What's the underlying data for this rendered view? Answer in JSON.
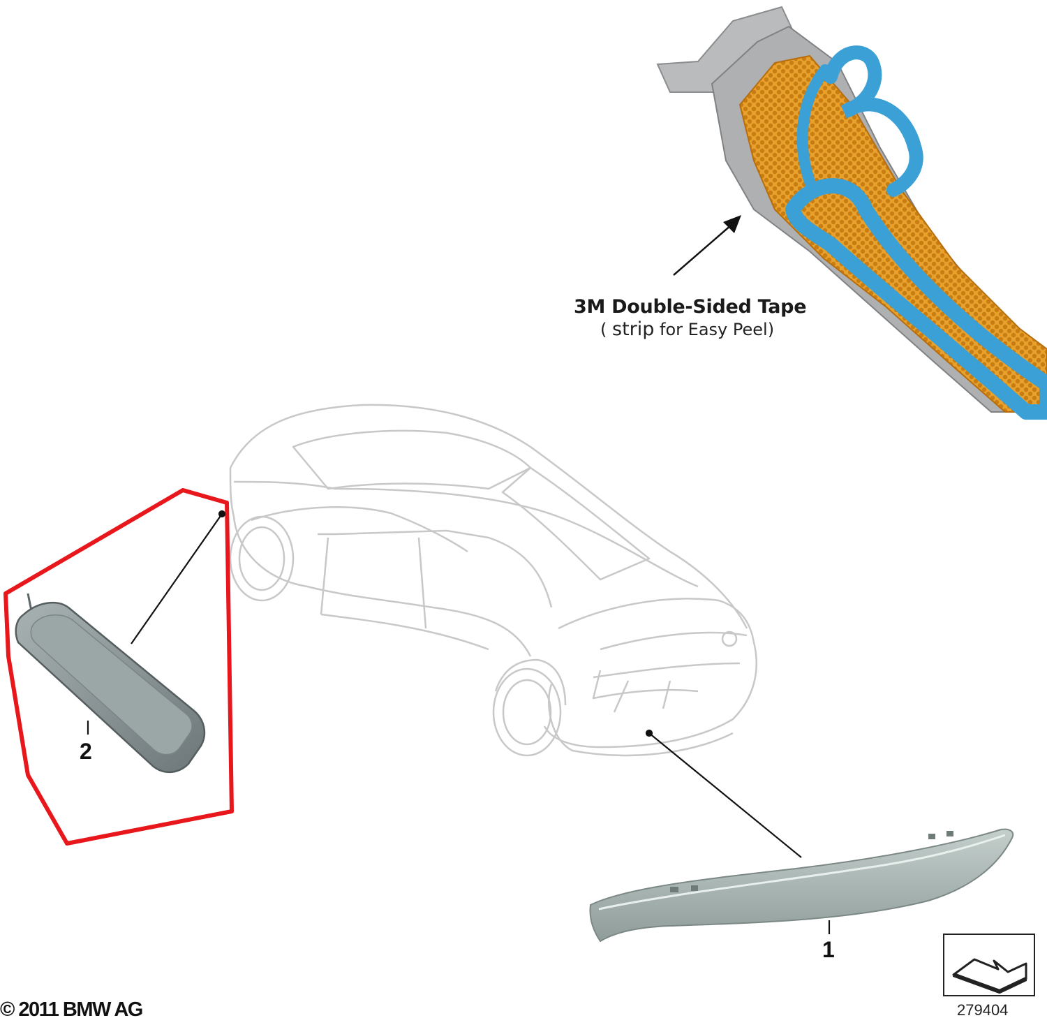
{
  "annotation": {
    "title": "3M Double-Sided Tape",
    "sub_open": "( ",
    "sub_strip": "strip",
    "sub_rest": " for Easy Peel)"
  },
  "callouts": {
    "part_1": "1",
    "part_2": "2"
  },
  "footer": {
    "copyright": "© 2011 BMW AG",
    "diagram_number": "279404"
  },
  "colors": {
    "highlight": "#e8171c",
    "tape_blue": "#3aa0d6",
    "reflector_amber": "#e59a22",
    "backing_silver": "#b4b6b8",
    "car_outline": "#c8c8c8",
    "part_gray": "#8e9a9c"
  }
}
